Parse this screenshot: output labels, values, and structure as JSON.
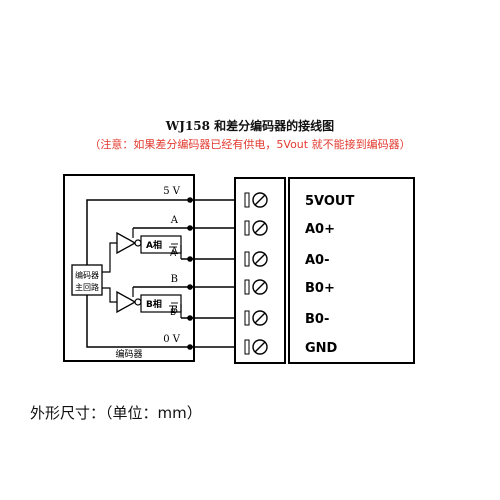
{
  "title": "WJ158 和差分编码器的接线图",
  "note": "（注意：如果差分编码器已经有供电，5Vout 就不能接到编码器）",
  "encoder": {
    "label": "编码器",
    "circuit_label_line1": "编码器",
    "circuit_label_line2": "主回路",
    "phase_a_label": "A相",
    "phase_b_label": "B相",
    "a_bar": "A",
    "b_bar": "B"
  },
  "wire_labels": [
    "5 V",
    "A",
    "A",
    "B",
    "B",
    "0 V"
  ],
  "terminals": [
    "5VOUT",
    "A0+",
    "A0-",
    "B0+",
    "B0-",
    "GND"
  ],
  "caption": "外形尺寸：（单位：mm）"
}
